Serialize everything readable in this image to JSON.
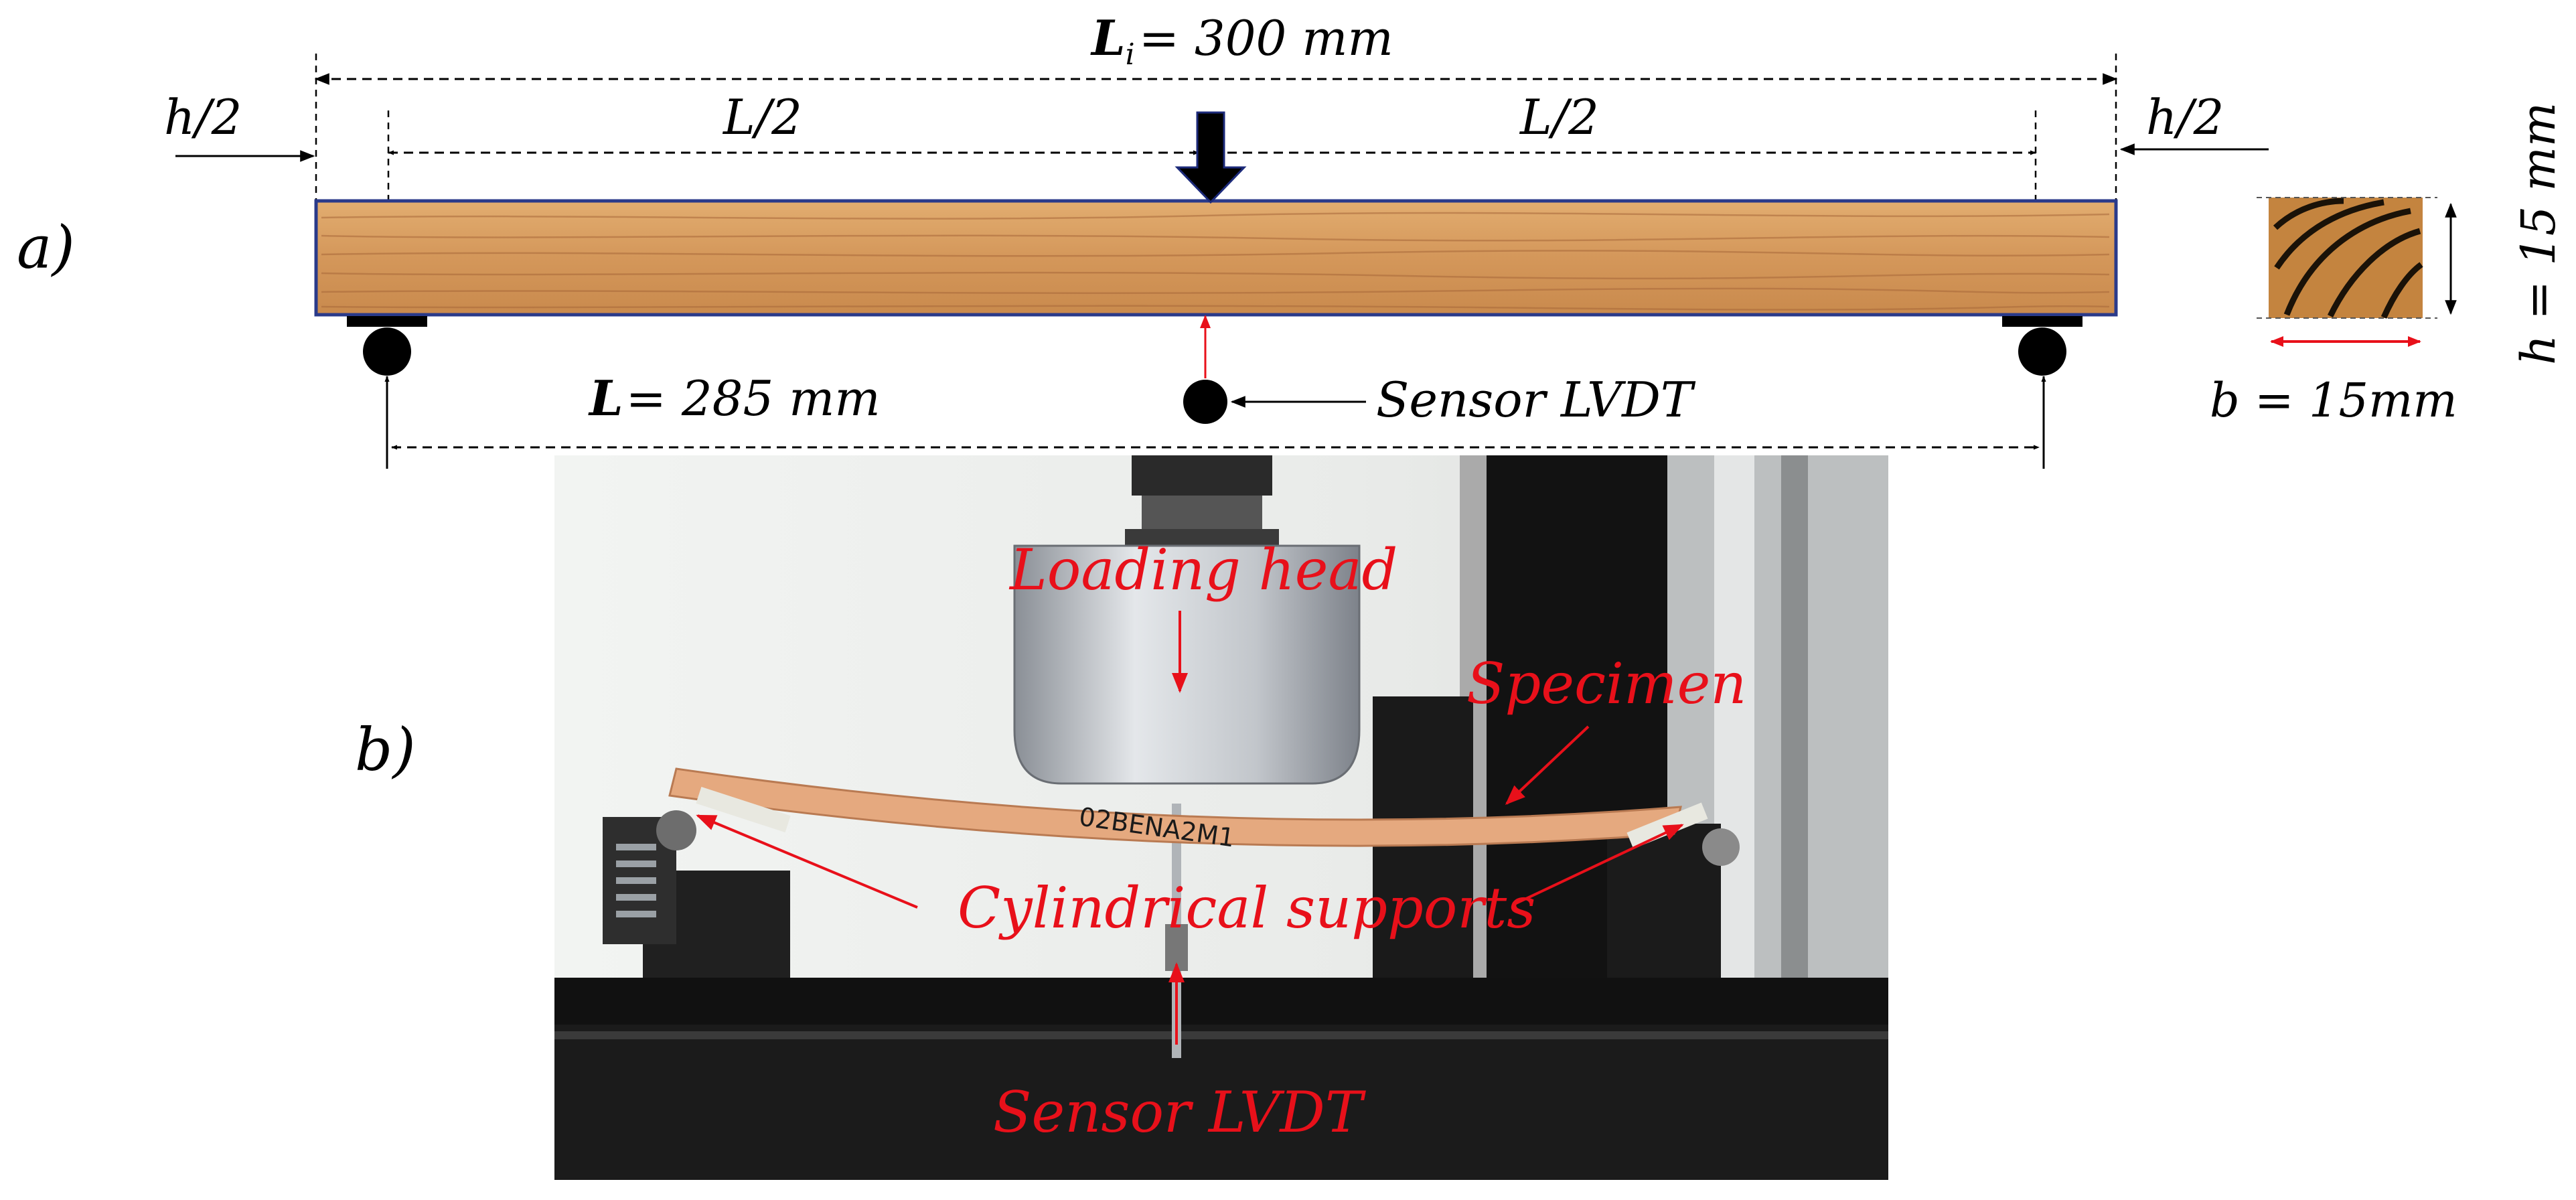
{
  "panel_a": {
    "label": "a)",
    "total_length": {
      "symbol": "L",
      "subscript": "i",
      "text": "= 300 mm"
    },
    "half_h_left": "h/2",
    "half_h_right": "h/2",
    "half_span_left": "L/2",
    "half_span_right": "L/2",
    "span": {
      "symbol": "L",
      "text": "= 285 mm"
    },
    "sensor": "Sensor LVDT",
    "cross_section": {
      "height": "h = 15 mm",
      "width": "b = 15mm"
    }
  },
  "panel_b": {
    "label": "b)",
    "loading_head": "Loading head",
    "specimen": "Specimen",
    "supports": "Cylindrical supports",
    "sensor": "Sensor LVDT",
    "specimen_marking": "02BENA2M1"
  },
  "colors": {
    "annotation_red": "#e8101a",
    "dimension_black": "#000000",
    "beam_wood": "#d49a5c",
    "beam_outline": "#2a3a8a"
  }
}
